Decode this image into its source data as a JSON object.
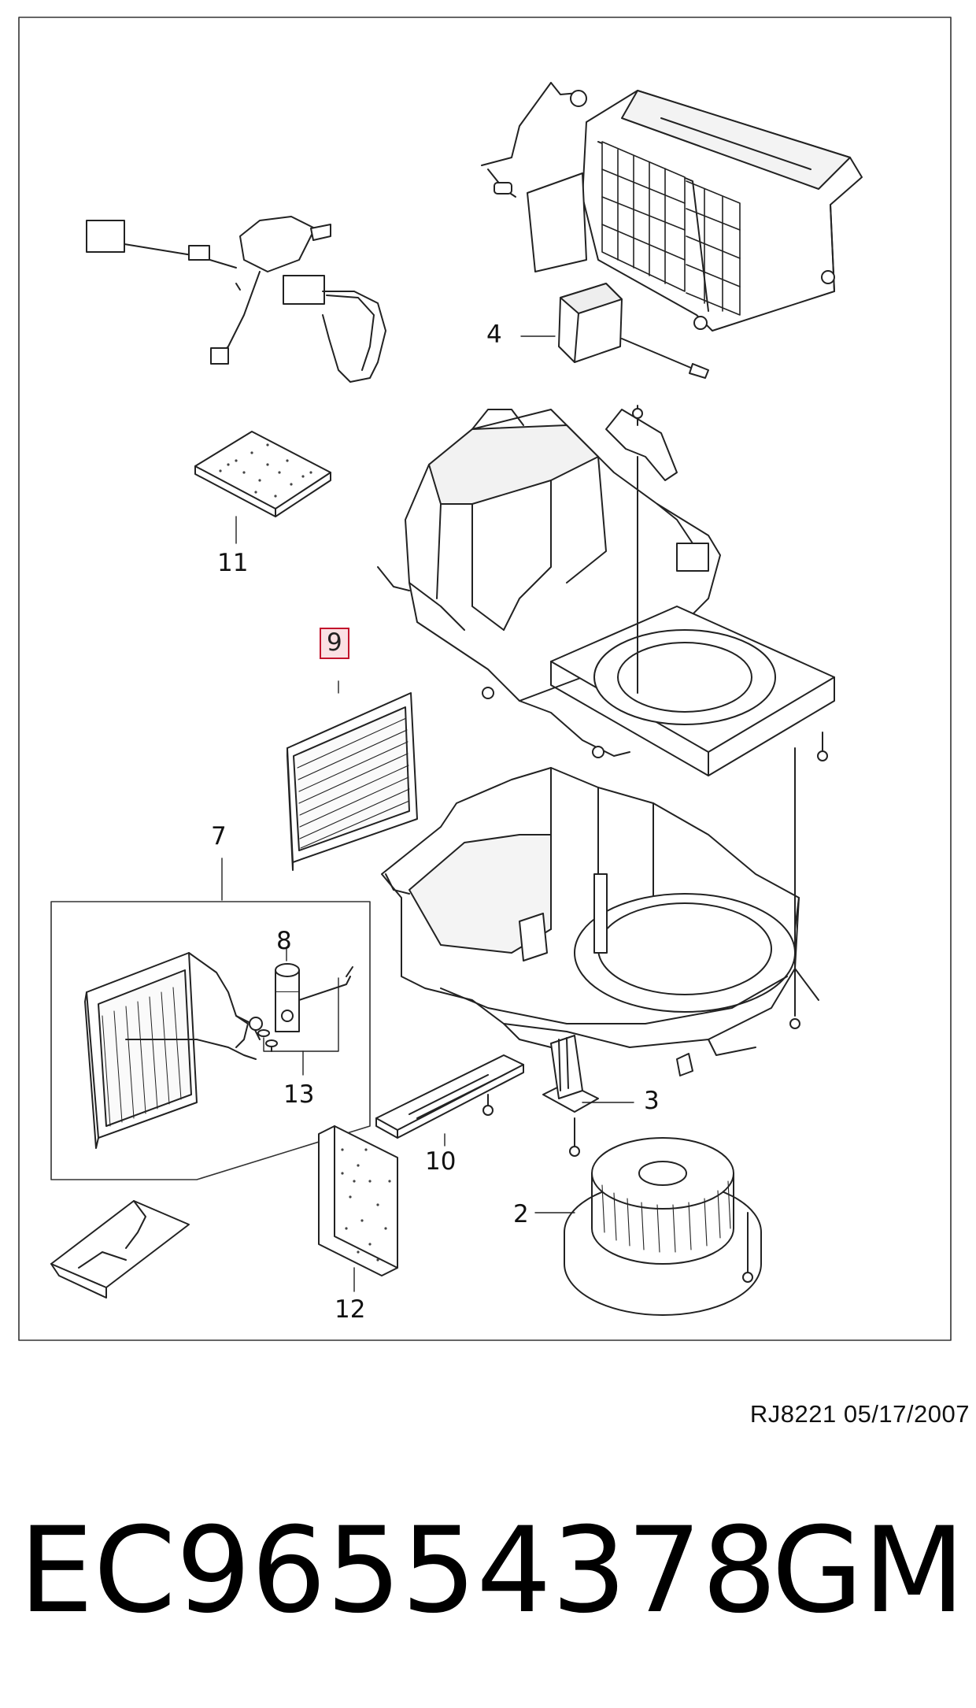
{
  "diagram": {
    "callouts": [
      {
        "id": "2",
        "label": "2"
      },
      {
        "id": "3",
        "label": "3"
      },
      {
        "id": "4",
        "label": "4"
      },
      {
        "id": "7",
        "label": "7"
      },
      {
        "id": "8",
        "label": "8"
      },
      {
        "id": "9",
        "label": "9",
        "highlighted": true
      },
      {
        "id": "10",
        "label": "10"
      },
      {
        "id": "11",
        "label": "11"
      },
      {
        "id": "12",
        "label": "12"
      },
      {
        "id": "13",
        "label": "13"
      }
    ],
    "highlight_color": "#c2142c",
    "highlight_fill": "#fbe1e4"
  },
  "footer": {
    "reference": "RJ8221  05/17/2007",
    "part_number": "EC96554378",
    "brand": "GM"
  }
}
